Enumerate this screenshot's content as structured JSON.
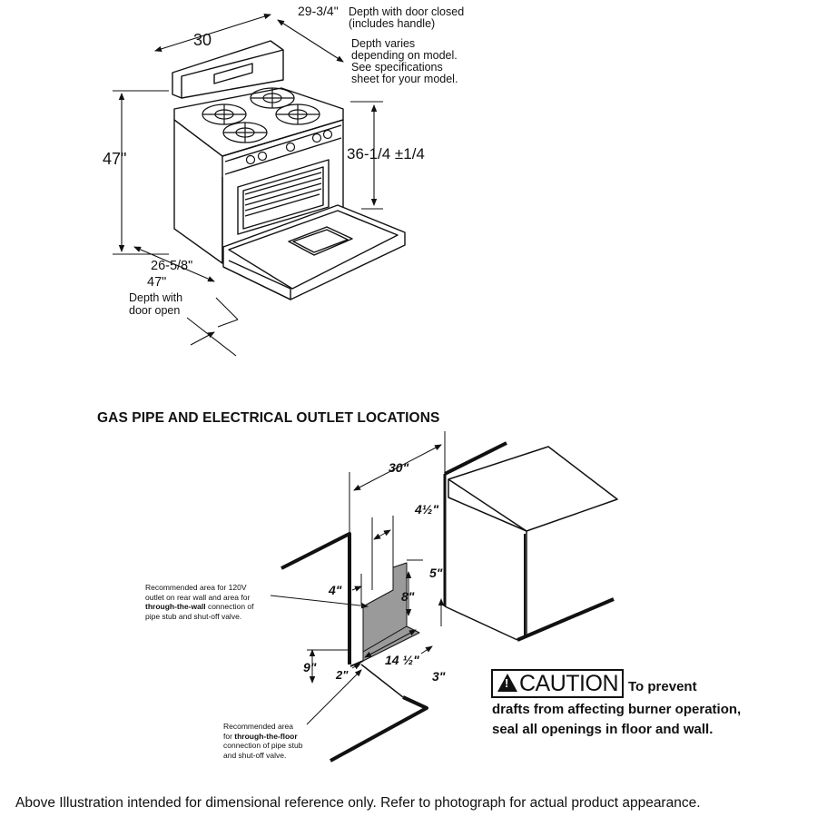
{
  "range_diagram": {
    "width_label": "30",
    "height_label": "47\"",
    "depth_closed_value": "29-3/4\"",
    "depth_closed_text_1": "Depth with door closed",
    "depth_closed_text_2": "(includes handle)",
    "depth_varies_lines": [
      "Depth varies",
      "depending on model.",
      "See specifications",
      "sheet for your model."
    ],
    "cooktop_height_label": "36-1/4 ±1/4",
    "base_depth_label": "26-5/8\"",
    "depth_open_value": "47\"",
    "depth_open_lines": [
      "Depth with",
      "door open"
    ]
  },
  "outlet_diagram": {
    "title": "GAS PIPE AND ELECTRICAL OUTLET LOCATIONS",
    "dim_width": "30\"",
    "dim_4_half": "4½\"",
    "dim_5": "5\"",
    "dim_8": "8\"",
    "dim_4": "4\"",
    "dim_9": "9\"",
    "dim_2": "2\"",
    "dim_14_half": "14 ½\"",
    "dim_3": "3\"",
    "wall_note": {
      "lines": [
        "Recommended area for 120V",
        "outlet on rear wall and area for"
      ],
      "bold": "through-the-wall",
      "after_bold": " connection of",
      "last": "pipe stub and shut-off valve."
    },
    "floor_note": {
      "first": "Recommended area",
      "pre_bold": "for ",
      "bold": "through-the-floor",
      "after_lines": [
        "connection of pipe stub",
        "and shut-off valve."
      ]
    }
  },
  "caution": {
    "symbol": "!",
    "word": "CAUTION",
    "lead": "To prevent",
    "body": "drafts from affecting burner operation, seal all openings in floor and wall."
  },
  "footer": "Above Illustration intended for dimensional reference only. Refer to photograph for actual product appearance.",
  "colors": {
    "ink": "#111111",
    "shade": "#9a9a9a",
    "background": "#ffffff"
  }
}
